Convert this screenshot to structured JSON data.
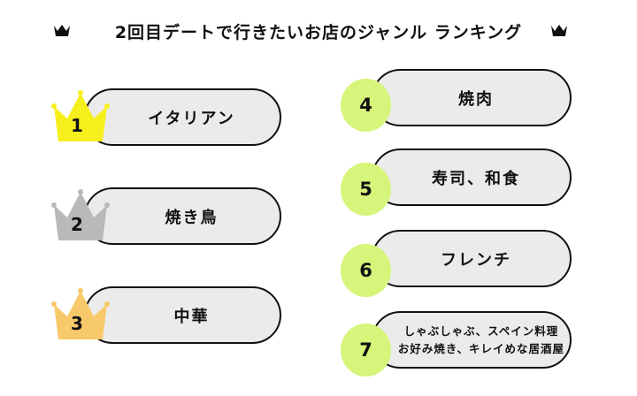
{
  "title": "2回目デートで行きたいお店のジャンル ランキング",
  "colors": {
    "gold": "#f7ef1c",
    "silver": "#b9b9b9",
    "bronze": "#f8c96a",
    "circle": "#d6f57a"
  },
  "ranking": [
    {
      "rank": "1",
      "label": "イタリアン"
    },
    {
      "rank": "2",
      "label": "焼き鳥"
    },
    {
      "rank": "3",
      "label": "中華"
    },
    {
      "rank": "4",
      "label": "焼肉"
    },
    {
      "rank": "5",
      "label": "寿司、和食"
    },
    {
      "rank": "6",
      "label": "フレンチ"
    },
    {
      "rank": "7",
      "line1": "しゃぶしゃぶ、スペイン料理",
      "line2": "お好み焼き、キレイめな居酒屋"
    }
  ]
}
